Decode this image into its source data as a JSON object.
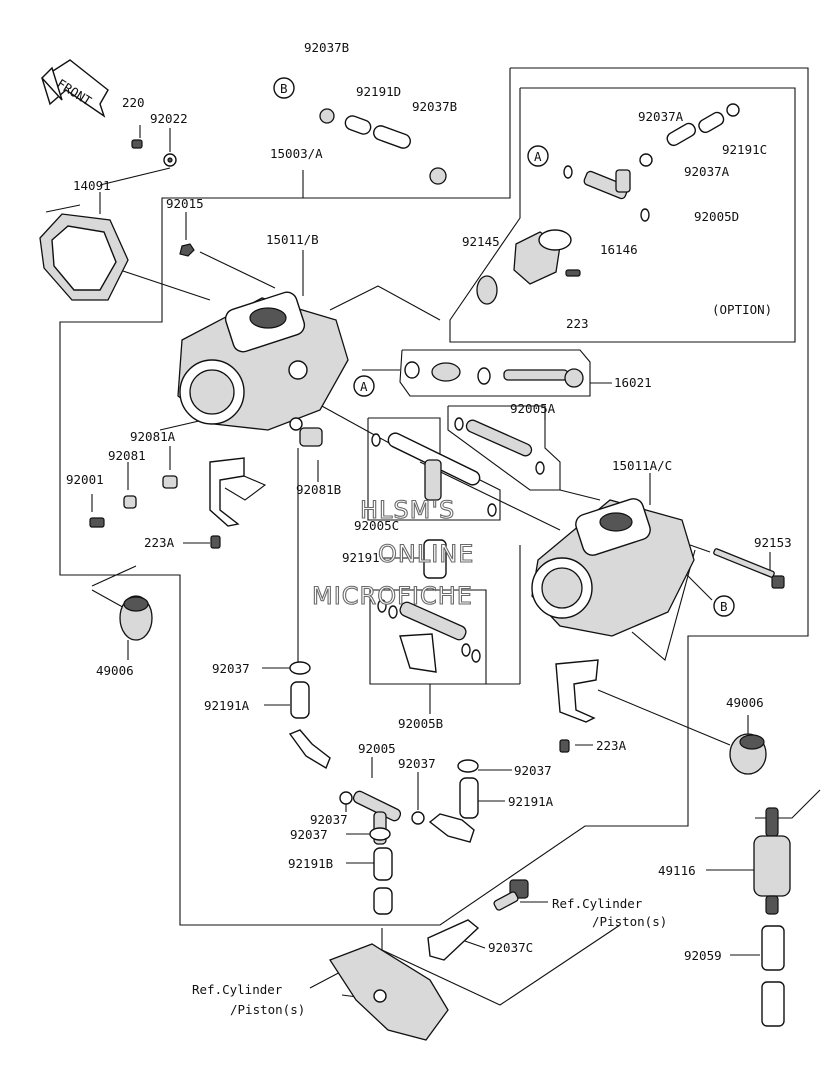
{
  "colors": {
    "background": "#ffffff",
    "ink": "#111111",
    "watermark_outline": "#6a6a6a"
  },
  "front_arrow": "FRONT",
  "watermark": [
    "HLSM'S",
    "ONLINE",
    "MICROFICHE"
  ],
  "callouts": {
    "a": "A",
    "b": "B"
  },
  "labels": {
    "p92037B_top": "92037B",
    "p220": "220",
    "p92022": "92022",
    "p92191D": "92191D",
    "p92037B_2": "92037B",
    "p14091": "14091",
    "p15003A": "15003/A",
    "p92037A_top": "92037A",
    "p92191C": "92191C",
    "p92037A_2": "92037A",
    "p92005D": "92005D",
    "p92015": "92015",
    "p15011B": "15011/B",
    "p92145": "92145",
    "p16146": "16146",
    "option": "(OPTION)",
    "p223": "223",
    "p16021": "16021",
    "p92005A": "92005A",
    "p92081A": "92081A",
    "p92081": "92081",
    "p92001": "92001",
    "p92081B": "92081B",
    "p15011AC": "15011A/C",
    "p92005C": "92005C",
    "p223A_left": "223A",
    "p92191": "92191",
    "p92153": "92153",
    "p49006_left": "49006",
    "p92037_left": "92037",
    "p92191A_left": "92191A",
    "p92005B": "92005B",
    "p49006_right": "49006",
    "p223A_right": "223A",
    "p92005": "92005",
    "p92037_mid": "92037",
    "p92037_right": "92037",
    "p92191A_right": "92191A",
    "p92037_low1": "92037",
    "p92037_low2": "92037",
    "p92191B": "92191B",
    "p49116": "49116",
    "ref_cyl_1a": "Ref.Cylinder",
    "ref_cyl_1b": "/Piston(s)",
    "p92037C": "92037C",
    "p92059": "92059",
    "ref_cyl_2a": "Ref.Cylinder",
    "ref_cyl_2b": "/Piston(s)"
  }
}
